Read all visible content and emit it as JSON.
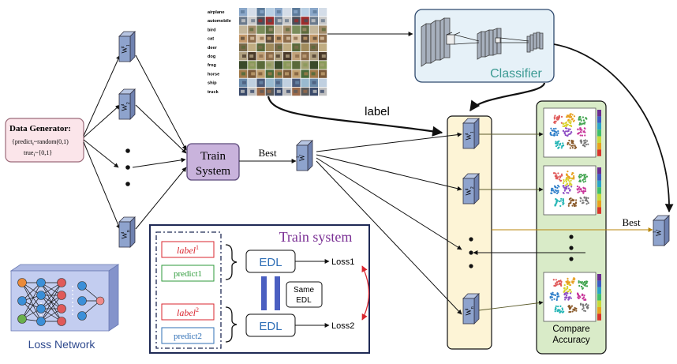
{
  "data_generator": {
    "title": "Data Generator:",
    "line1": "predict",
    "line1_sub": "i",
    "line1_rest": "~random(0,1)",
    "line2": "true",
    "line2_sub": "i",
    "line2_rest": "~{0,1}"
  },
  "weight_label": "W",
  "weight_sub_1": "1",
  "weight_sub_2": "2",
  "weight_sub_n": "n",
  "weight_sup": "i",
  "train_system_box": {
    "line1": "Train",
    "line2": "System"
  },
  "best_label_1": "Best",
  "best_label_2": "Best",
  "label_arrow_text": "label",
  "classifier_label": "Classifier",
  "dataset_classes": [
    "airplane",
    "automobile",
    "bird",
    "cat",
    "deer",
    "dog",
    "frog",
    "horse",
    "ship",
    "truck"
  ],
  "train_system_panel": {
    "title": "Train system",
    "label1": "label",
    "label1_sup": "1",
    "predict1": "predict1",
    "label2": "label",
    "label2_sup": "2",
    "predict2": "predict2",
    "edl1": "EDL",
    "edl2": "EDL",
    "loss1": "Loss1",
    "loss2": "Loss2",
    "same_edl_line1": "Same",
    "same_edl_line2": "EDL"
  },
  "loss_network_label": "Loss Network",
  "compare_accuracy": {
    "line1": "Compare",
    "line2": "Accuracy"
  },
  "colors": {
    "weight_block": "#8ea3cd",
    "train_box": "#c9b3dc",
    "data_gen_fill": "#fbe5ea",
    "classifier_fill": "#e6f1f8",
    "yellow_panel": "#fdf4d6",
    "green_panel": "#d9ebc8",
    "navy": "#1f2a55",
    "purple_title": "#7a2f94",
    "red_text": "#d9252e",
    "green_text": "#2e9a3a",
    "blue_text": "#2f6fb6"
  }
}
